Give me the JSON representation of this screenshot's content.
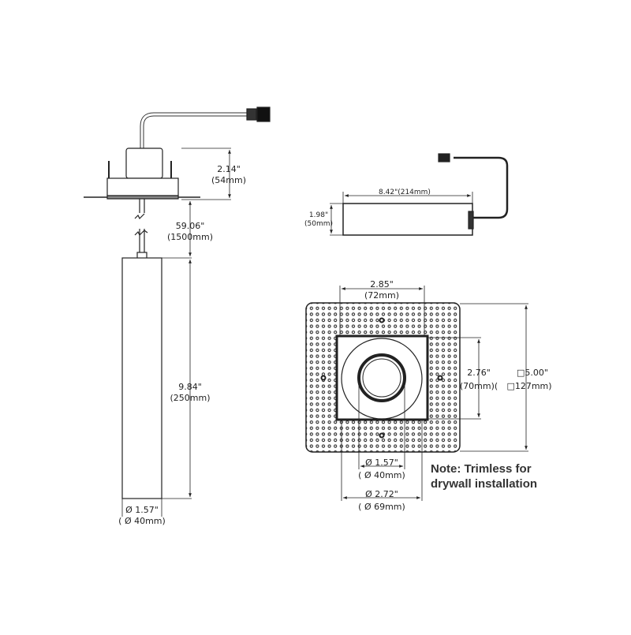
{
  "side_view": {
    "height_in": "2.14\"",
    "height_mm": "(54mm)",
    "cable_in": "59.06\"",
    "cable_mm": "(1500mm)",
    "tube_in": "9.84\"",
    "tube_mm": "(250mm)",
    "dia_in": "Ø 1.57\"",
    "dia_mm": "( Ø 40mm)"
  },
  "driver_view": {
    "length": "8.42\"(214mm)",
    "height_in": "1.98\"",
    "height_mm": "(50mm)"
  },
  "plate_view": {
    "opening_w_in": "2.85\"",
    "opening_w_mm": "(72mm)",
    "opening_h_in": "2.76\"",
    "opening_h_mm": "(70mm)(",
    "plate_in": "□5.00\"",
    "plate_mm": "□127mm)",
    "inner_dia_in": "Ø 1.57\"",
    "inner_dia_mm": "( Ø 40mm)",
    "outer_dia_in": "Ø 2.72\"",
    "outer_dia_mm": "( Ø 69mm)"
  },
  "note": {
    "line1": "Note: Trimless for",
    "line2": "drywall installation"
  }
}
